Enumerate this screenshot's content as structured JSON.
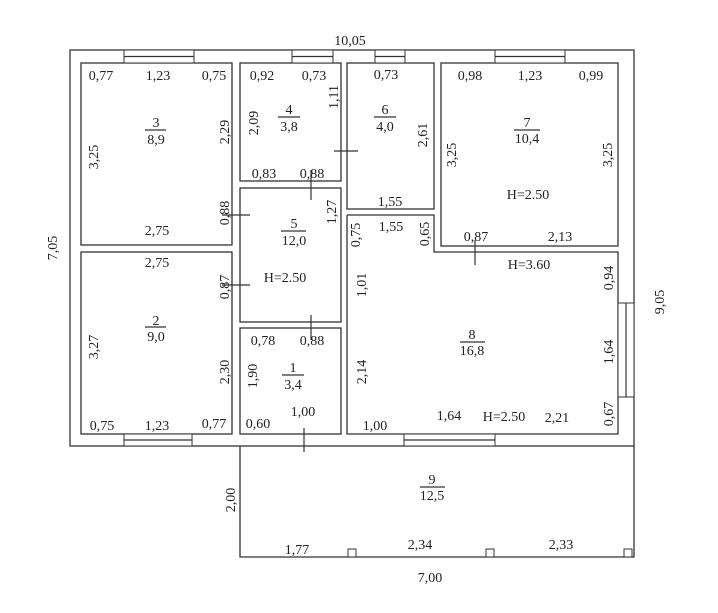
{
  "overall": {
    "top_width": "10,05",
    "left_height": "7,05",
    "right_height": "9,05",
    "terrace_depth": "2,00",
    "terrace_width": "7,00"
  },
  "rooms": [
    {
      "number": "1",
      "area": "3,4",
      "dims": [
        "0,78",
        "0,88",
        "1,90",
        "1,00",
        "0,60"
      ]
    },
    {
      "number": "2",
      "area": "9,0",
      "dims": [
        "2,75",
        "0,87",
        "3,27",
        "2,30",
        "0,75",
        "1,23",
        "0,77"
      ]
    },
    {
      "number": "3",
      "area": "8,9",
      "dims": [
        "0,77",
        "1,23",
        "0,75",
        "3,25",
        "2,29",
        "0,88",
        "2,75"
      ]
    },
    {
      "number": "4",
      "area": "3,8",
      "dims": [
        "0,92",
        "0,73",
        "1,11",
        "2,09",
        "0,83",
        "0,88"
      ]
    },
    {
      "number": "5",
      "area": "12,0",
      "dims": [
        "1,27",
        "0,75"
      ],
      "height": "H=2.50"
    },
    {
      "number": "6",
      "area": "4,0",
      "dims": [
        "0,73",
        "2,61",
        "1,55"
      ]
    },
    {
      "number": "7",
      "area": "10,4",
      "dims": [
        "0,98",
        "1,23",
        "0,99",
        "3,25",
        "3,25",
        "0,87",
        "2,13"
      ],
      "height": "H=2.50"
    },
    {
      "number": "8",
      "area": "16,8",
      "dims": [
        "1,55",
        "0,65",
        "1,01",
        "0,94",
        "1,64",
        "2,14",
        "0,67",
        "1,00",
        "1,64",
        "2,21"
      ],
      "height": "H=2.50",
      "height2": "H=3.60"
    },
    {
      "number": "9",
      "area": "12,5",
      "dims": [
        "1,77",
        "2,34",
        "2,33"
      ]
    }
  ]
}
